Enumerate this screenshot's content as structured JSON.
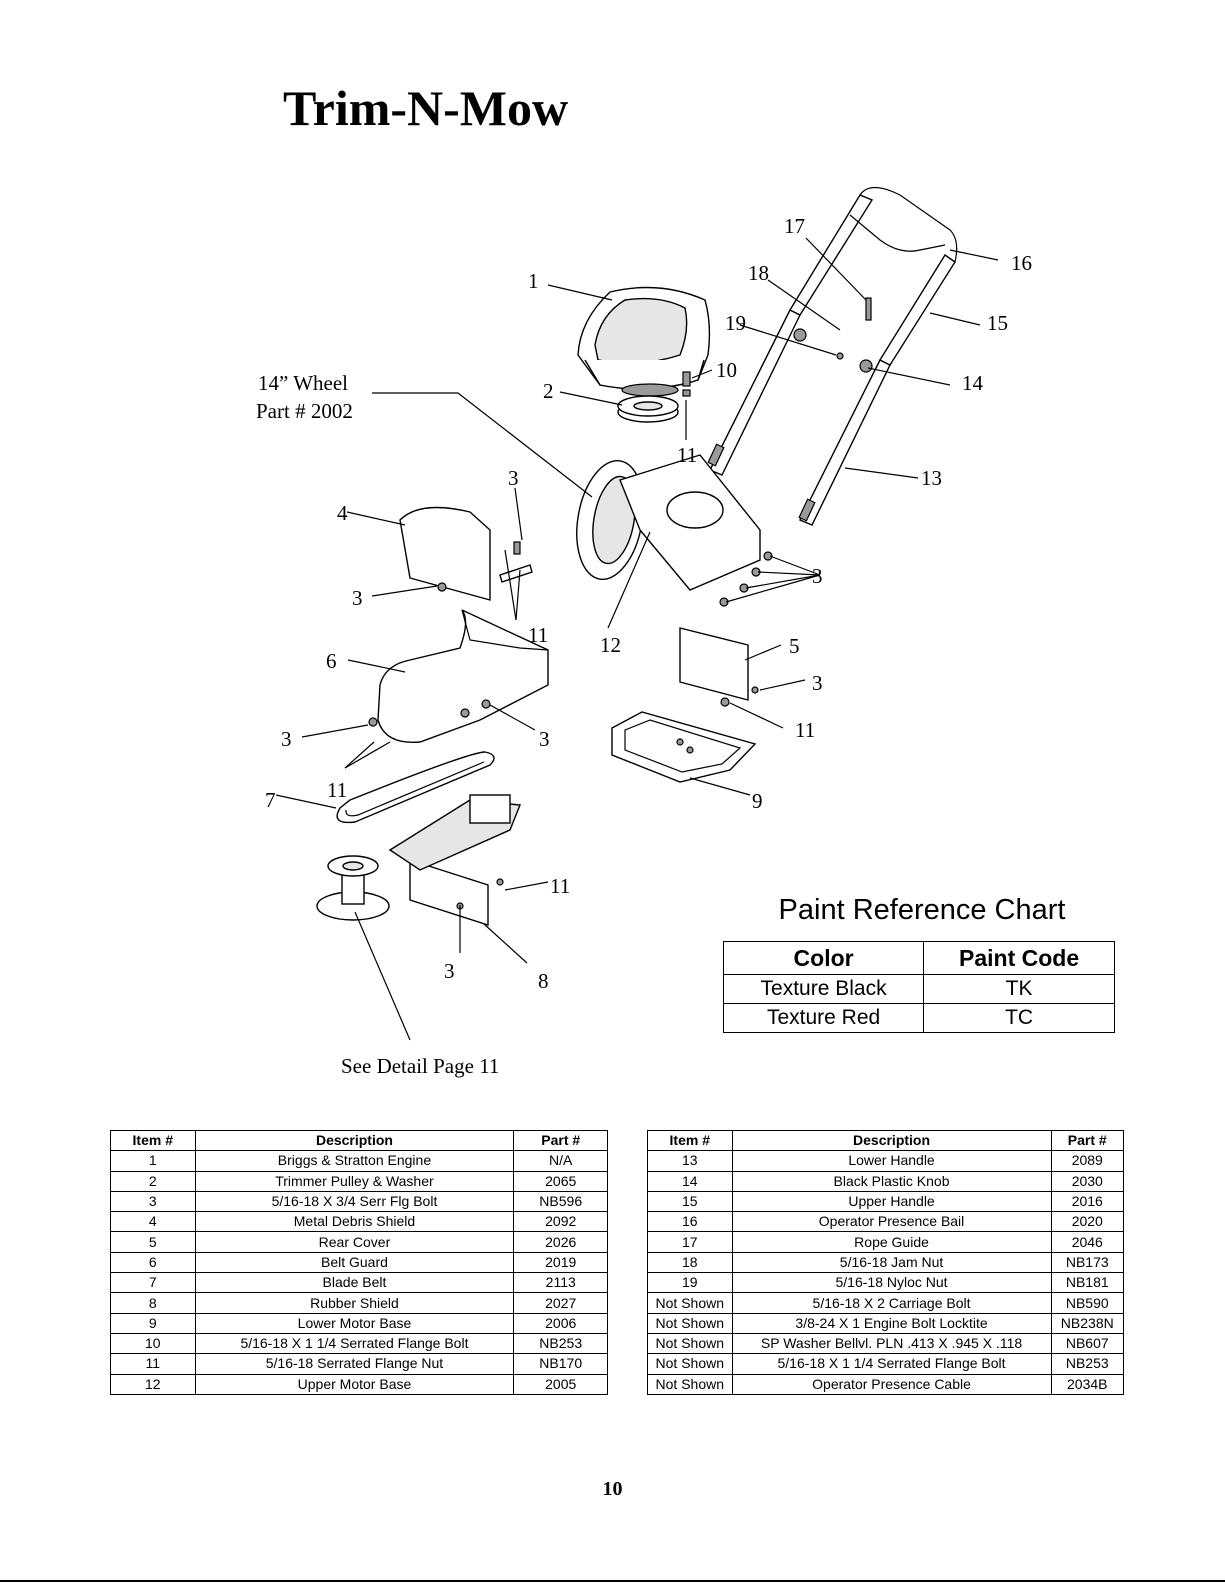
{
  "title": "Trim-N-Mow",
  "diagram": {
    "labels": {
      "l1": "1",
      "l2": "2",
      "l3a": "3",
      "l3b": "3",
      "l3c": "3",
      "l3d": "3",
      "l3e": "3",
      "l3f": "3",
      "l3g": "3",
      "l4": "4",
      "l5": "5",
      "l6": "6",
      "l7": "7",
      "l8": "8",
      "l9": "9",
      "l10": "10",
      "l11a": "11",
      "l11b": "11",
      "l11c": "11",
      "l11d": "11",
      "l11e": "11",
      "l12": "12",
      "l13": "13",
      "l14": "14",
      "l15": "15",
      "l16": "16",
      "l17": "17",
      "l18": "18",
      "l19": "19"
    },
    "wheel_callout": {
      "line1": "14” Wheel",
      "line2": "Part # 2002"
    },
    "detail_note": "See Detail Page 11"
  },
  "paint_chart": {
    "title": "Paint Reference Chart",
    "headers": [
      "Color",
      "Paint Code"
    ],
    "rows": [
      [
        "Texture Black",
        "TK"
      ],
      [
        "Texture Red",
        "TC"
      ]
    ]
  },
  "parts_left": {
    "headers": [
      "Item #",
      "Description",
      "Part #"
    ],
    "rows": [
      [
        "1",
        "Briggs & Stratton Engine",
        "N/A"
      ],
      [
        "2",
        "Trimmer Pulley & Washer",
        "2065"
      ],
      [
        "3",
        "5/16-18 X 3/4 Serr Flg Bolt",
        "NB596"
      ],
      [
        "4",
        "Metal Debris Shield",
        "2092"
      ],
      [
        "5",
        "Rear Cover",
        "2026"
      ],
      [
        "6",
        "Belt Guard",
        "2019"
      ],
      [
        "7",
        "Blade Belt",
        "2113"
      ],
      [
        "8",
        "Rubber Shield",
        "2027"
      ],
      [
        "9",
        "Lower Motor Base",
        "2006"
      ],
      [
        "10",
        "5/16-18 X 1 1/4 Serrated Flange Bolt",
        "NB253"
      ],
      [
        "11",
        "5/16-18 Serrated Flange Nut",
        "NB170"
      ],
      [
        "12",
        "Upper Motor Base",
        "2005"
      ]
    ]
  },
  "parts_right": {
    "headers": [
      "Item #",
      "Description",
      "Part #"
    ],
    "rows": [
      [
        "13",
        "Lower Handle",
        "2089"
      ],
      [
        "14",
        "Black Plastic Knob",
        "2030"
      ],
      [
        "15",
        "Upper Handle",
        "2016"
      ],
      [
        "16",
        "Operator Presence Bail",
        "2020"
      ],
      [
        "17",
        "Rope Guide",
        "2046"
      ],
      [
        "18",
        "5/16-18 Jam Nut",
        "NB173"
      ],
      [
        "19",
        "5/16-18 Nyloc Nut",
        "NB181"
      ],
      [
        "Not Shown",
        "5/16-18 X 2 Carriage Bolt",
        "NB590"
      ],
      [
        "Not Shown",
        "3/8-24 X 1 Engine Bolt Locktite",
        "NB238N"
      ],
      [
        "Not Shown",
        "SP Washer Bellvl. PLN .413 X .945 X .118",
        "NB607"
      ],
      [
        "Not Shown",
        "5/16-18 X 1 1/4 Serrated Flange Bolt",
        "NB253"
      ],
      [
        "Not Shown",
        "Operator Presence Cable",
        "2034B"
      ]
    ]
  },
  "page_number": "10"
}
